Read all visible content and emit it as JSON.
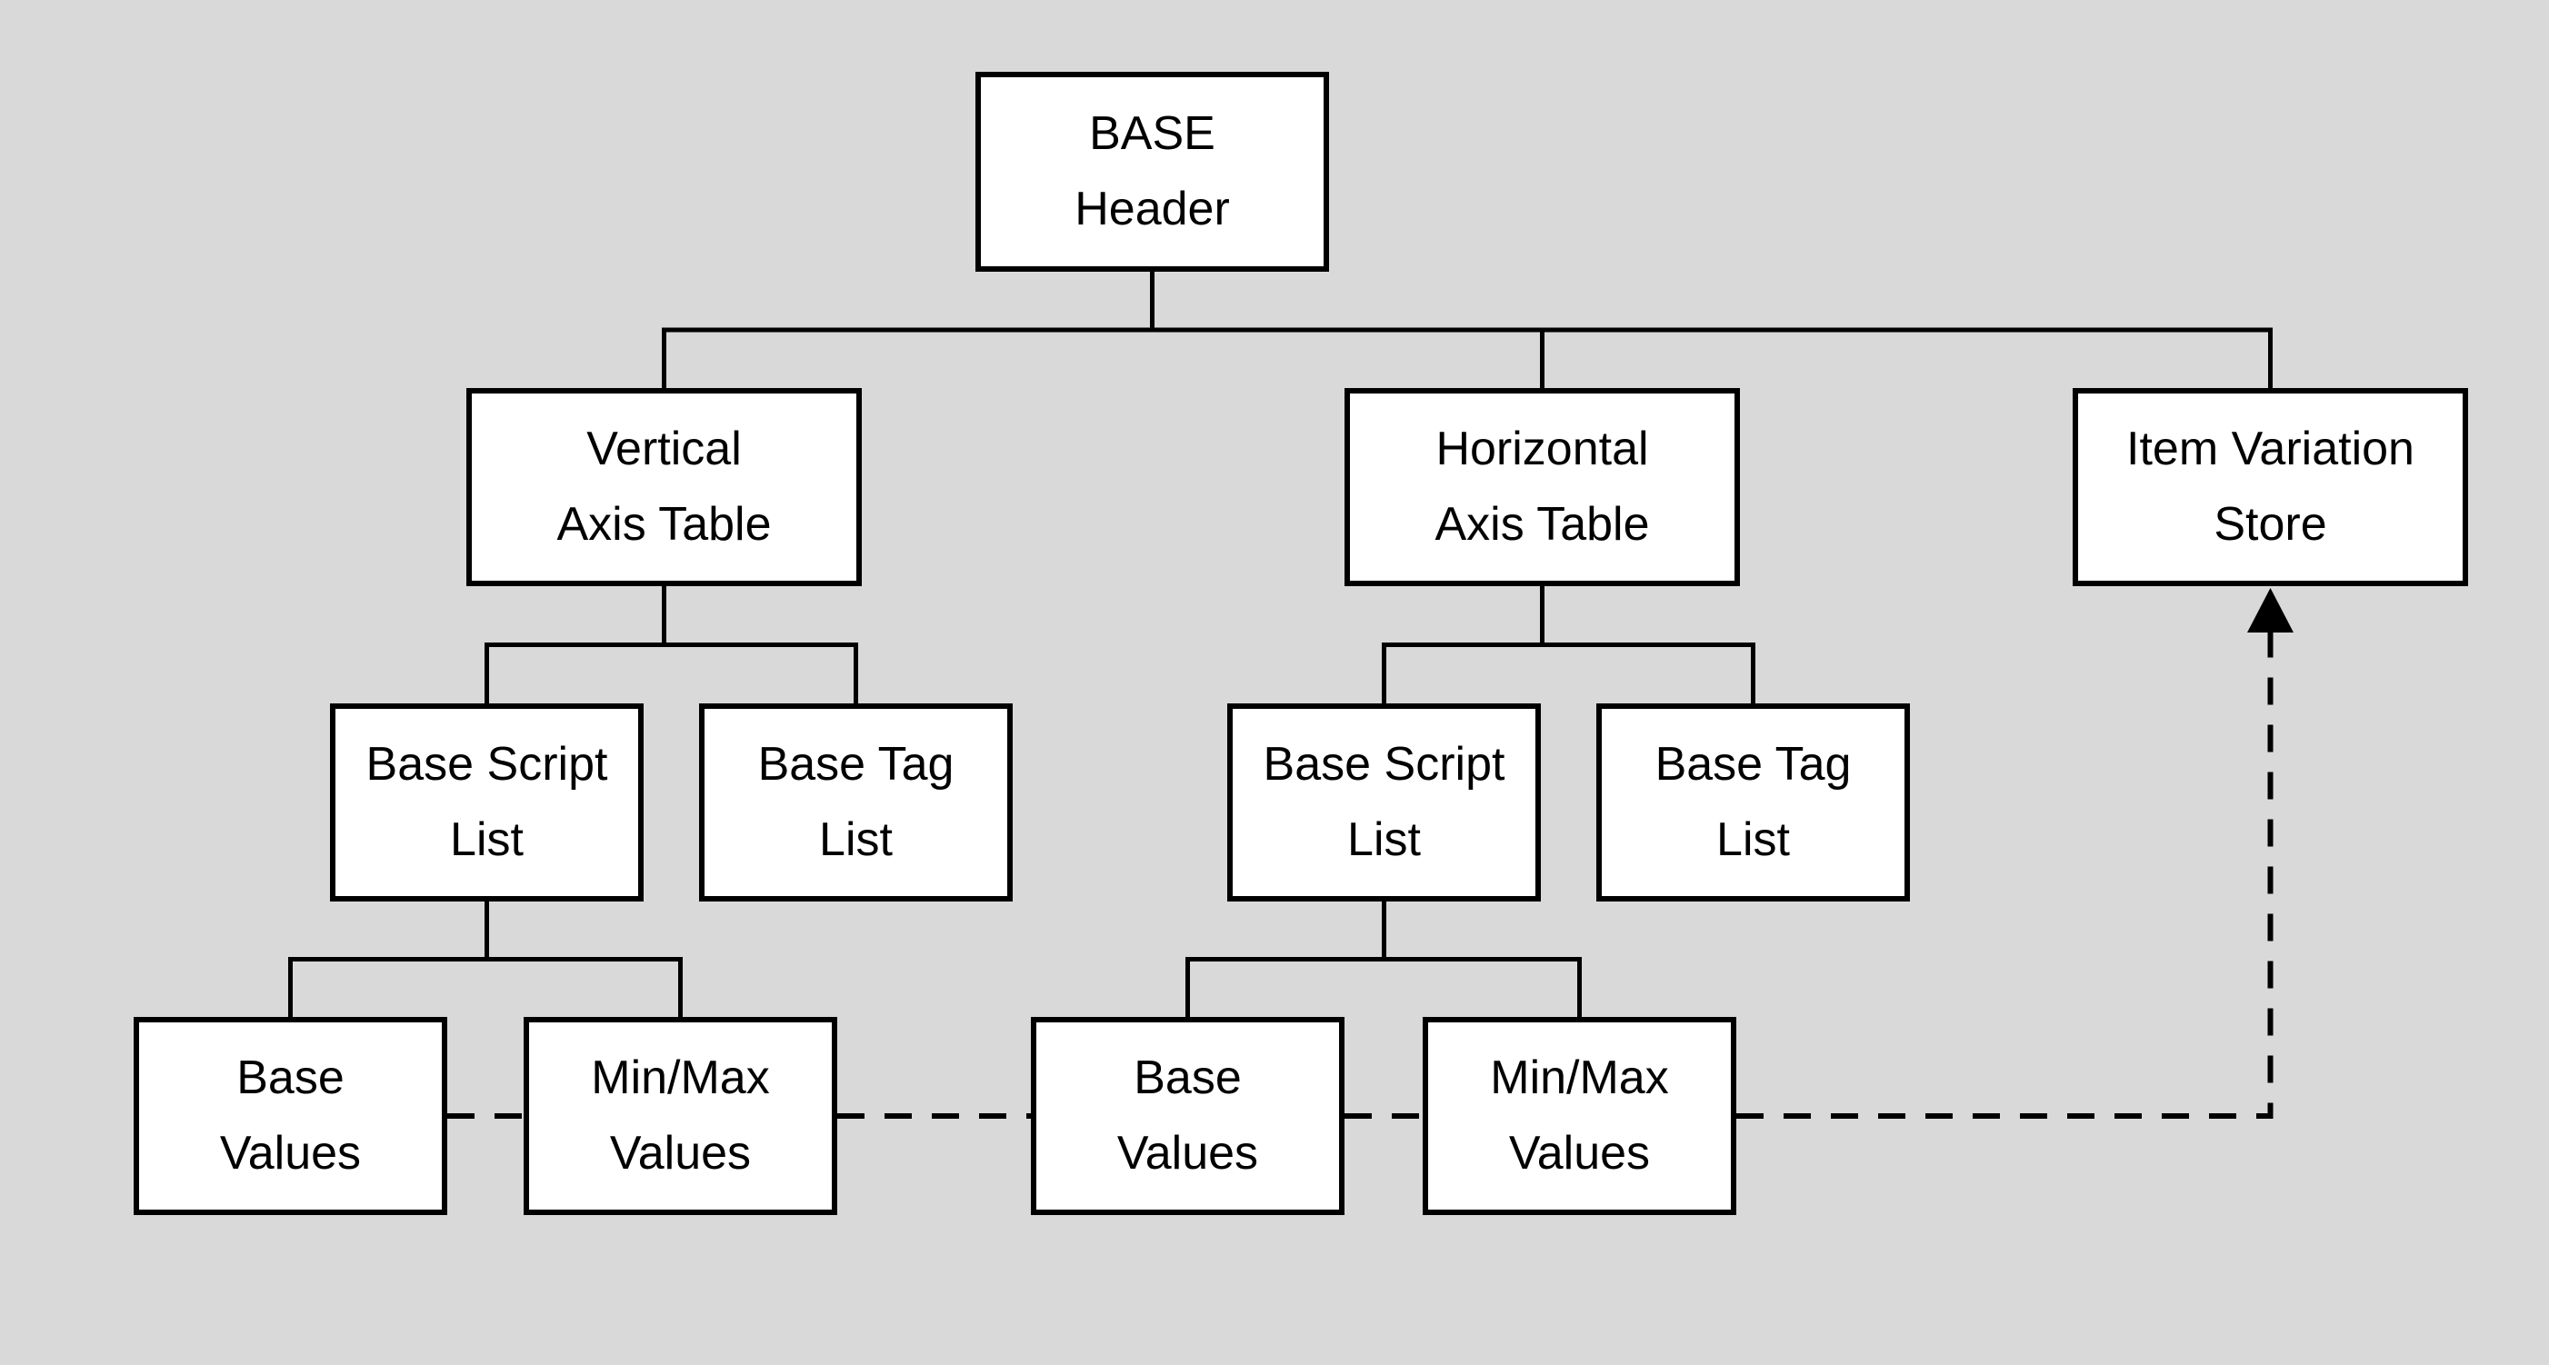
{
  "diagram": {
    "description": "Hierarchy diagram of the BASE table structure",
    "colors": {
      "background": "#d9d9d9",
      "box_fill": "#ffffff",
      "box_border": "#000000",
      "line": "#000000"
    },
    "nodes": {
      "base_header": {
        "label": "BASE\nHeader"
      },
      "vertical_axis_table": {
        "label": "Vertical\nAxis Table"
      },
      "horizontal_axis_table": {
        "label": "Horizontal\nAxis Table"
      },
      "item_variation_store": {
        "label": "Item Variation\nStore"
      },
      "base_script_list_v": {
        "label": "Base Script\nList"
      },
      "base_tag_list_v": {
        "label": "Base Tag\nList"
      },
      "base_script_list_h": {
        "label": "Base Script\nList"
      },
      "base_tag_list_h": {
        "label": "Base Tag\nList"
      },
      "base_values_v": {
        "label": "Base\nValues"
      },
      "minmax_values_v": {
        "label": "Min/Max\nValues"
      },
      "base_values_h": {
        "label": "Base\nValues"
      },
      "minmax_values_h": {
        "label": "Min/Max\nValues"
      }
    },
    "edges": {
      "solid_hierarchy": [
        {
          "from": "base_header",
          "to": "vertical_axis_table"
        },
        {
          "from": "base_header",
          "to": "horizontal_axis_table"
        },
        {
          "from": "base_header",
          "to": "item_variation_store"
        },
        {
          "from": "vertical_axis_table",
          "to": "base_script_list_v"
        },
        {
          "from": "vertical_axis_table",
          "to": "base_tag_list_v"
        },
        {
          "from": "horizontal_axis_table",
          "to": "base_script_list_h"
        },
        {
          "from": "horizontal_axis_table",
          "to": "base_tag_list_h"
        },
        {
          "from": "base_script_list_v",
          "to": "base_values_v"
        },
        {
          "from": "base_script_list_v",
          "to": "minmax_values_v"
        },
        {
          "from": "base_script_list_h",
          "to": "base_values_h"
        },
        {
          "from": "base_script_list_h",
          "to": "minmax_values_h"
        }
      ],
      "dashed_references": [
        {
          "from": "base_values_v",
          "to": "minmax_values_v"
        },
        {
          "from": "minmax_values_v",
          "to": "base_values_h"
        },
        {
          "from": "base_values_h",
          "to": "minmax_values_h"
        },
        {
          "from": "minmax_values_h",
          "to": "item_variation_store",
          "arrow": "into bottom of Item Variation Store"
        }
      ]
    }
  }
}
